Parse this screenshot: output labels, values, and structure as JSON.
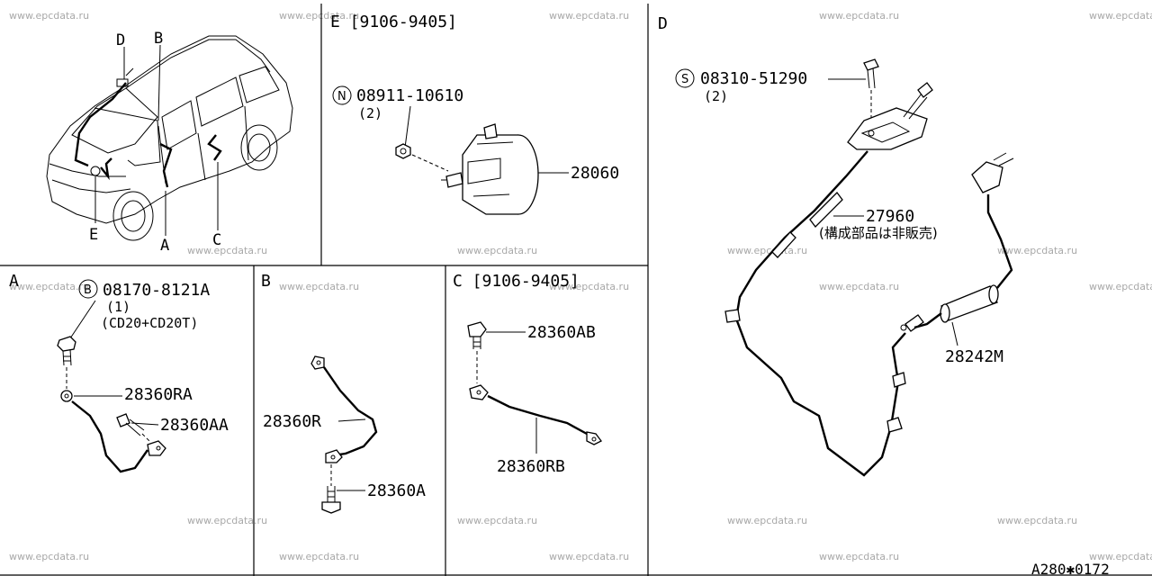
{
  "watermark": "www.epcdata.ru",
  "reference_code": "A280✱0172",
  "panels": {
    "overview": {
      "labels": {
        "A": "A",
        "B": "B",
        "C": "C",
        "D": "D",
        "E": "E"
      }
    },
    "E": {
      "title": "E [9106-9405]",
      "parts": [
        {
          "prefix": "N",
          "number": "08911-10610",
          "qty": "(2)"
        },
        {
          "number": "28060"
        }
      ]
    },
    "D": {
      "title": "D",
      "parts": [
        {
          "prefix": "S",
          "number": "08310-51290",
          "qty": "(2)"
        },
        {
          "number": "27960",
          "note": "(構成部品は非販売)"
        },
        {
          "number": "28242M"
        }
      ]
    },
    "A": {
      "title": "A",
      "parts": [
        {
          "prefix": "B",
          "number": "08170-8121A",
          "qty": "(1)",
          "note": "(CD20+CD20T)"
        },
        {
          "number": "28360RA"
        },
        {
          "number": "28360AA"
        }
      ]
    },
    "B": {
      "title": "B",
      "parts": [
        {
          "number": "28360R"
        },
        {
          "number": "28360A"
        }
      ]
    },
    "C": {
      "title": "C [9106-9405]",
      "parts": [
        {
          "number": "28360AB"
        },
        {
          "number": "28360RB"
        }
      ]
    }
  }
}
